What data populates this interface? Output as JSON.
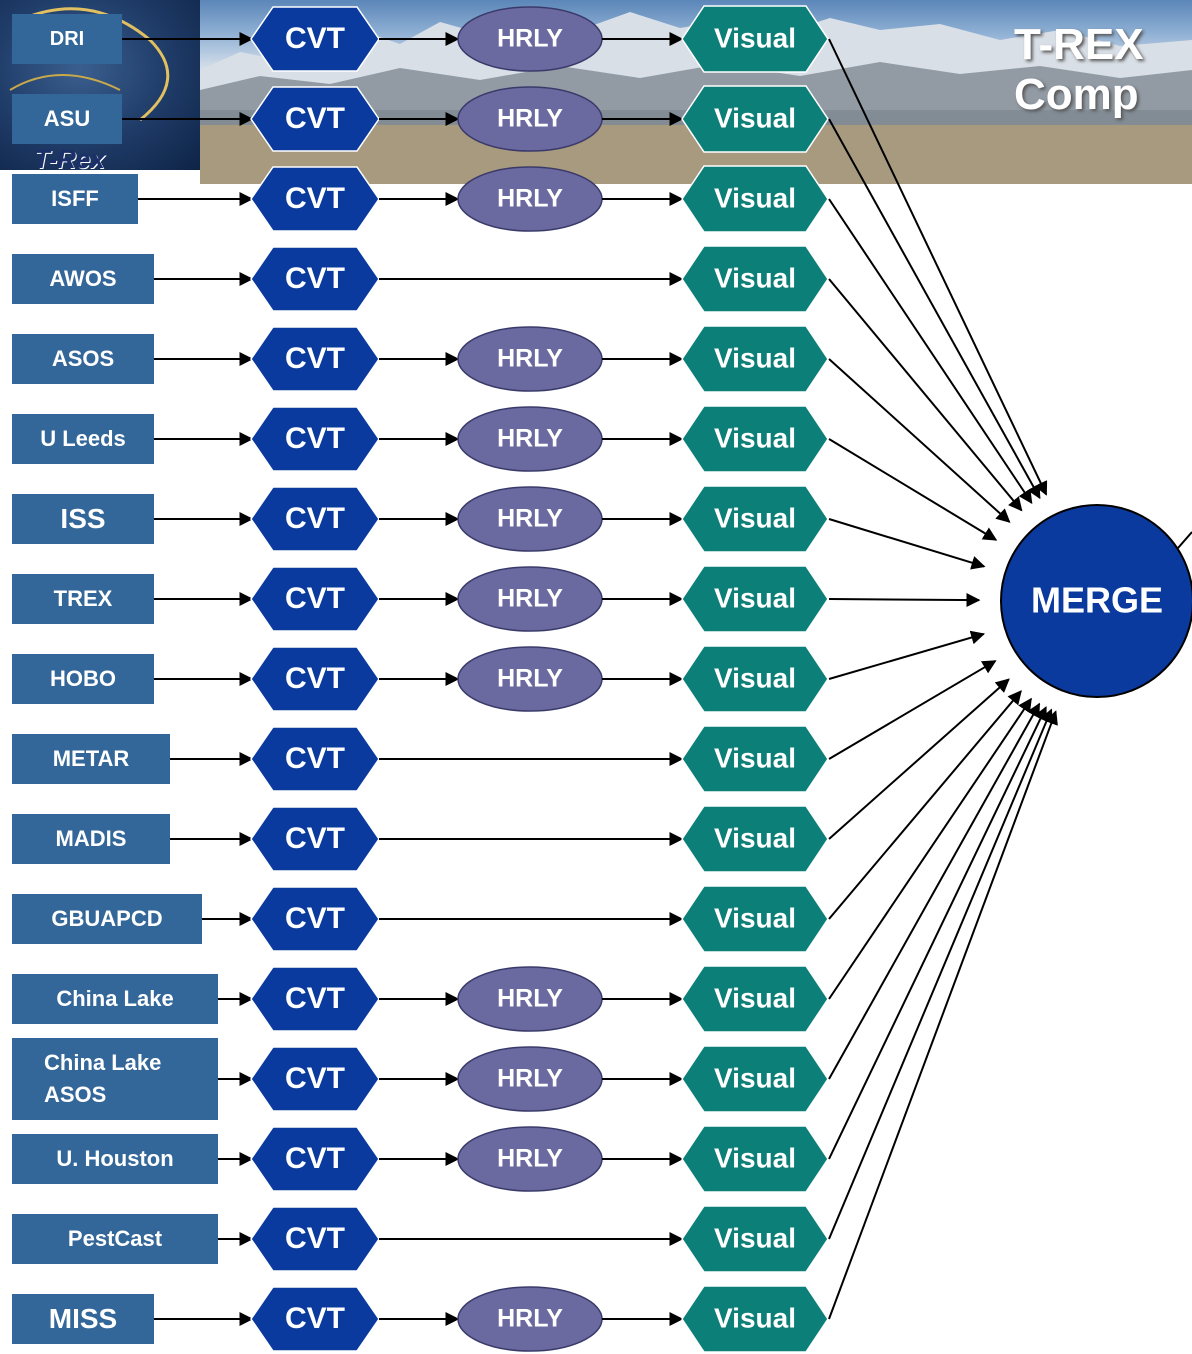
{
  "title": {
    "line1": "T-REX",
    "line2": "Comp"
  },
  "logo": {
    "text": "T-Rex"
  },
  "nodes": {
    "cvt": "CVT",
    "hrly": "HRLY",
    "visual": "Visual",
    "merge": "MERGE"
  },
  "colors": {
    "source": "#336799",
    "cvt": "#0b3a9e",
    "hrly": "#6a6aa0",
    "visual": "#0c7f78",
    "merge": "#0b3a9e"
  },
  "rows": [
    {
      "source": "DRI",
      "hrly": true
    },
    {
      "source": "ASU",
      "hrly": true
    },
    {
      "source": "ISFF",
      "hrly": true
    },
    {
      "source": "AWOS",
      "hrly": false
    },
    {
      "source": "ASOS",
      "hrly": true
    },
    {
      "source": "U Leeds",
      "hrly": true
    },
    {
      "source": "ISS",
      "hrly": true
    },
    {
      "source": "TREX",
      "hrly": true
    },
    {
      "source": "HOBO",
      "hrly": true
    },
    {
      "source": "METAR",
      "hrly": false
    },
    {
      "source": "MADIS",
      "hrly": false
    },
    {
      "source": "GBUAPCD",
      "hrly": false
    },
    {
      "source": "China Lake",
      "hrly": true
    },
    {
      "source": "China Lake ASOS",
      "hrly": true
    },
    {
      "source": "U. Houston",
      "hrly": true
    },
    {
      "source": "PestCast",
      "hrly": false
    },
    {
      "source": "MISS",
      "hrly": true
    }
  ]
}
